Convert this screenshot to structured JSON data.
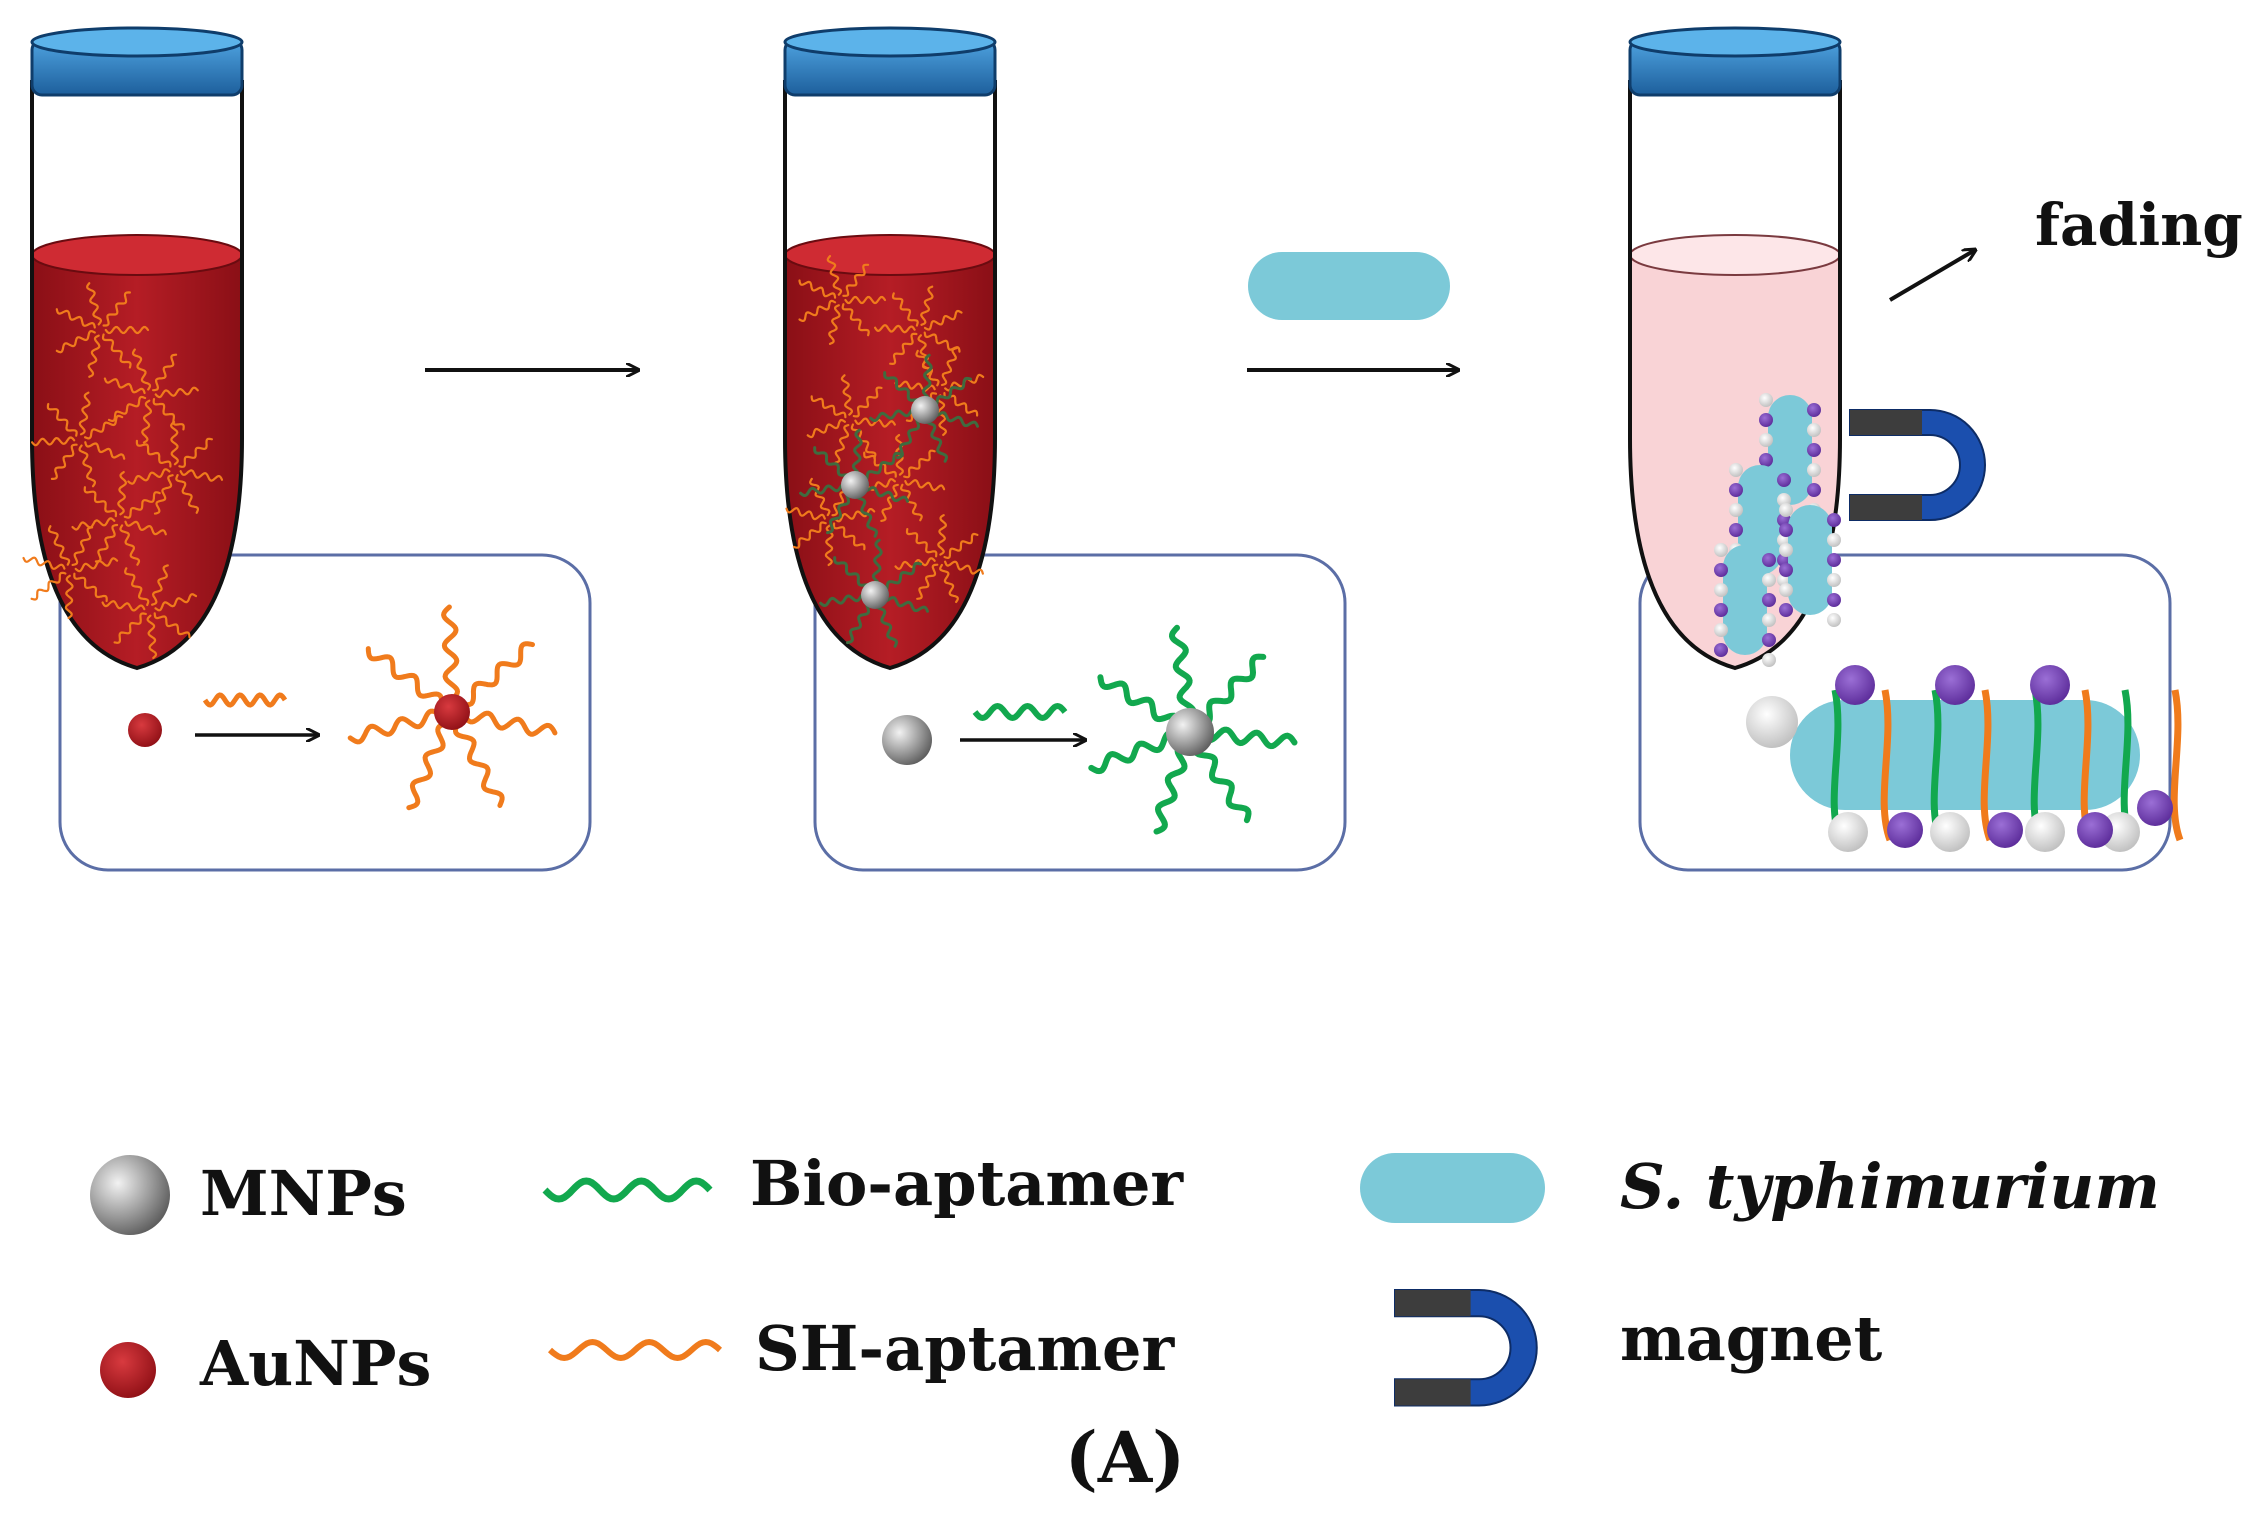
{
  "annotation": {
    "fading": "fading"
  },
  "legend": {
    "mnps": "MNPs",
    "aunps": "AuNPs",
    "bio_aptamer": "Bio-aptamer",
    "sh_aptamer": "SH-aptamer",
    "bacteria": "S. typhimurium",
    "magnet": "magnet"
  },
  "panel_label": "(A)",
  "colors": {
    "cap": "#2f7fc0",
    "gold_solution": "#a3151c",
    "faded_solution": "#f9d3d6",
    "sh_aptamer": "#f07b1c",
    "bio_aptamer": "#12a84e",
    "bacteria": "#7cc9d8",
    "magnet_body": "#3d3d3d",
    "magnet_pole": "#1b4fae",
    "purple_np": "#6a3aa8",
    "mnp": "#8c8c8c",
    "aunp": "#b0161f"
  },
  "icons": [
    "tube-icon",
    "arrow-icon",
    "magnet-icon",
    "bacterium-icon",
    "nanoparticle-icon",
    "aptamer-icon"
  ]
}
